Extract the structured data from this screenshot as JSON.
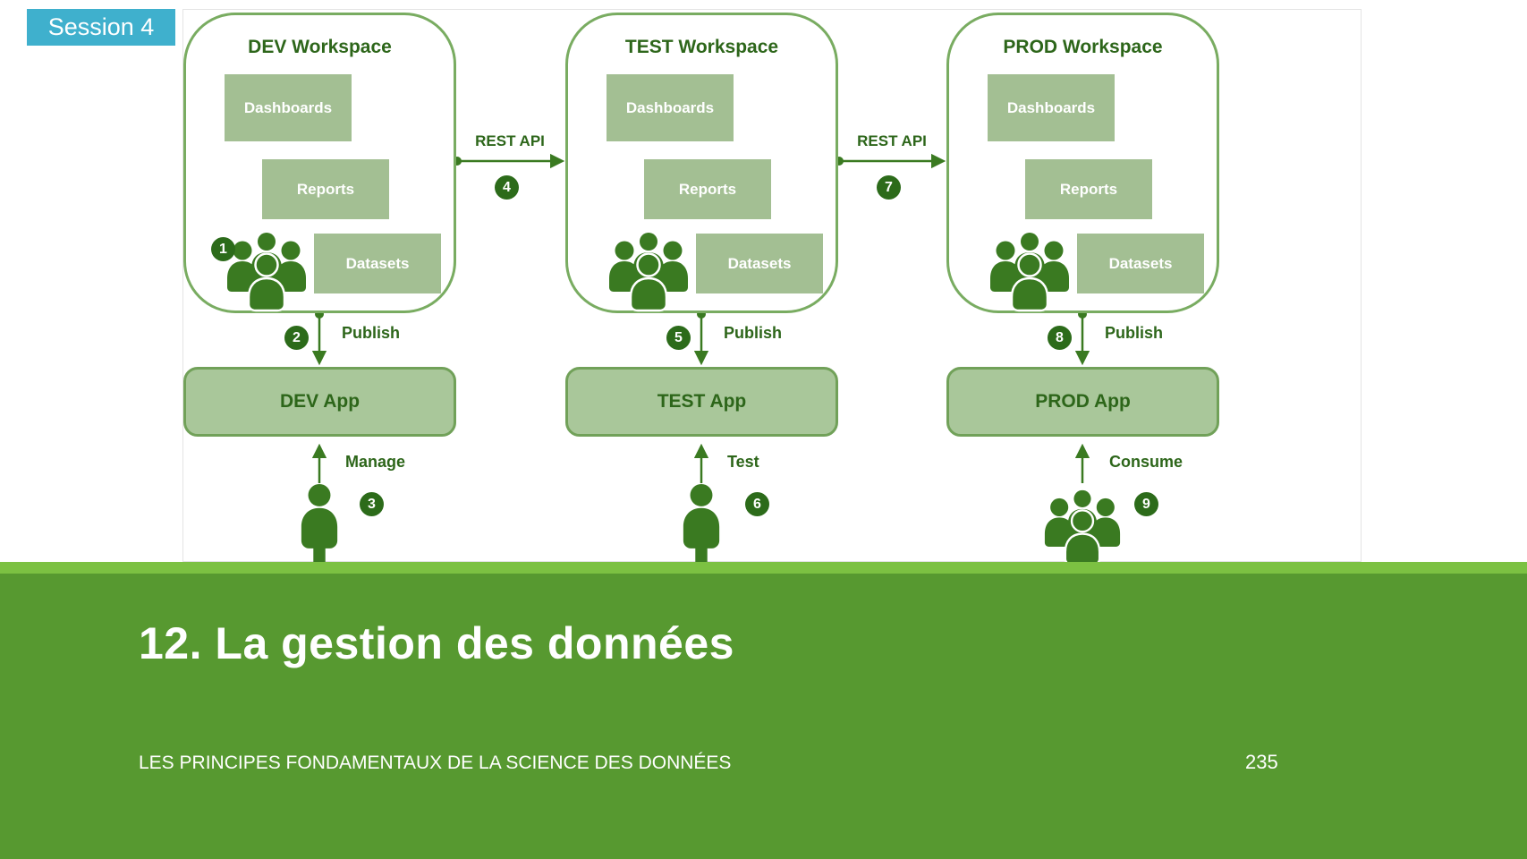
{
  "badge": {
    "label": "Session 4"
  },
  "diagram": {
    "workspaces": [
      {
        "title": "DEV Workspace",
        "dashboards": "Dashboards",
        "reports": "Reports",
        "datasets": "Datasets",
        "step": "1",
        "publish_num": "2",
        "publish_label": "Publish",
        "app": "DEV App",
        "actor_num": "3",
        "actor_label": "Manage"
      },
      {
        "title": "TEST Workspace",
        "dashboards": "Dashboards",
        "reports": "Reports",
        "datasets": "Datasets",
        "publish_num": "5",
        "publish_label": "Publish",
        "app": "TEST App",
        "actor_num": "6",
        "actor_label": "Test"
      },
      {
        "title": "PROD Workspace",
        "dashboards": "Dashboards",
        "reports": "Reports",
        "datasets": "Datasets",
        "publish_num": "8",
        "publish_label": "Publish",
        "app": "PROD App",
        "actor_num": "9",
        "actor_label": "Consume"
      }
    ],
    "connections": [
      {
        "label": "REST API",
        "num": "4"
      },
      {
        "label": "REST API",
        "num": "7"
      }
    ]
  },
  "banner": {
    "title": "12. La gestion des données",
    "footer": "LES PRINCIPES FONDAMENTAUX DE LA SCIENCE DES DONNÉES",
    "page": "235"
  },
  "colors": {
    "session_badge": "#3fb0cd",
    "dark_green": "#3a7a21",
    "box_fill": "#a3bf93",
    "app_fill": "#a9c79a",
    "banner_strip": "#7cc142",
    "banner_green": "#579930"
  }
}
